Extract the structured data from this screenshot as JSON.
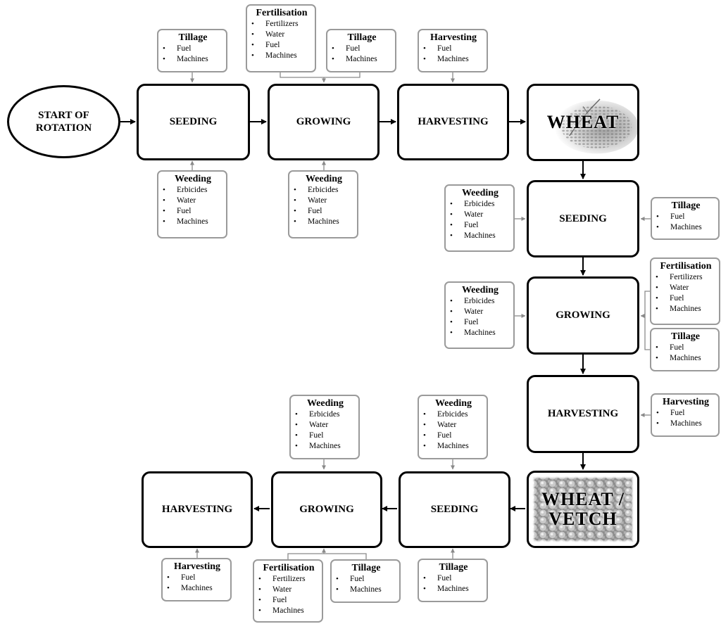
{
  "nodes": {
    "start": "START OF\nROTATION",
    "seeding_1": "SEEDING",
    "growing_1": "GROWING",
    "harvesting_1": "HARVESTING",
    "wheat": "WHEAT",
    "seeding_2": "SEEDING",
    "growing_2": "GROWING",
    "harvesting_2": "HARVESTING",
    "wheat_vetch": "WHEAT /\nVETCH",
    "seeding_3": "SEEDING",
    "growing_3": "GROWING",
    "harvesting_3": "HARVESTING"
  },
  "inputs": {
    "tillage_1": {
      "title": "Tillage",
      "items": [
        "Fuel",
        "Machines"
      ]
    },
    "weeding_1": {
      "title": "Weeding",
      "items": [
        "Erbicides",
        "Water",
        "Fuel",
        "Machines"
      ]
    },
    "fertilisation_1": {
      "title": "Fertilisation",
      "items": [
        "Fertilizers",
        "Water",
        "Fuel",
        "Machines"
      ]
    },
    "tillage_2": {
      "title": "Tillage",
      "items": [
        "Fuel",
        "Machines"
      ]
    },
    "weeding_2": {
      "title": "Weeding",
      "items": [
        "Erbicides",
        "Water",
        "Fuel",
        "Machines"
      ]
    },
    "harvesting_in_1": {
      "title": "Harvesting",
      "items": [
        "Fuel",
        "Machines"
      ]
    },
    "weeding_3": {
      "title": "Weeding",
      "items": [
        "Erbicides",
        "Water",
        "Fuel",
        "Machines"
      ]
    },
    "tillage_3": {
      "title": "Tillage",
      "items": [
        "Fuel",
        "Machines"
      ]
    },
    "weeding_4": {
      "title": "Weeding",
      "items": [
        "Erbicides",
        "Water",
        "Fuel",
        "Machines"
      ]
    },
    "fertilisation_2": {
      "title": "Fertilisation",
      "items": [
        "Fertilizers",
        "Water",
        "Fuel",
        "Machines"
      ]
    },
    "tillage_4": {
      "title": "Tillage",
      "items": [
        "Fuel",
        "Machines"
      ]
    },
    "harvesting_in_2": {
      "title": "Harvesting",
      "items": [
        "Fuel",
        "Machines"
      ]
    },
    "weeding_5": {
      "title": "Weeding",
      "items": [
        "Erbicides",
        "Water",
        "Fuel",
        "Machines"
      ]
    },
    "weeding_6": {
      "title": "Weeding",
      "items": [
        "Erbicides",
        "Water",
        "Fuel",
        "Machines"
      ]
    },
    "harvesting_in_3": {
      "title": "Harvesting",
      "items": [
        "Fuel",
        "Machines"
      ]
    },
    "fertilisation_3": {
      "title": "Fertilisation",
      "items": [
        "Fertilizers",
        "Water",
        "Fuel",
        "Machines"
      ]
    },
    "tillage_5": {
      "title": "Tillage",
      "items": [
        "Fuel",
        "Machines"
      ]
    },
    "tillage_6": {
      "title": "Tillage",
      "items": [
        "Fuel",
        "Machines"
      ]
    }
  }
}
